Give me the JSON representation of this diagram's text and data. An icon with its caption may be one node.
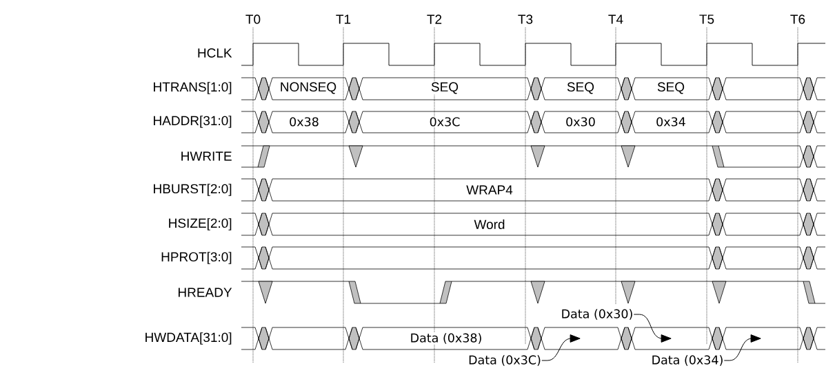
{
  "diagram": {
    "nodes": [
      {
        "text": [
          "Data (0x30)"
        ]
      },
      {
        "text": [
          "Data (0x3C)"
        ]
      },
      {
        "text": [
          "Data (0x34)"
        ]
      },
      {
        "text": [],
        "shape": "bar"
      },
      {
        "text": [],
        "shape": "bar"
      },
      {
        "text": [],
        "shape": "bar"
      }
    ],
    "edges": [
      {
        "from": 0,
        "to": 4,
        "arrow": "to"
      },
      {
        "from": 1,
        "to": 3,
        "arrow": "to"
      },
      {
        "from": 2,
        "to": 5,
        "arrow": "to"
      }
    ],
    "labels": [
      "T0",
      "T1",
      "T2",
      "T3",
      "T4",
      "T5",
      "T6",
      "HCLK",
      "HTRANS[1:0]",
      "NONSEQ",
      "SEQ",
      "SEQ",
      "SEQ",
      "HADDR[31:0]",
      "0x38",
      "0x3C",
      "0x30",
      "0x34",
      "HWRITE",
      "HBURST[2:0]",
      "WRAP4",
      "HSIZE[2:0]",
      "Word",
      "HPROT[3:0]",
      "HREADY",
      "HWDATA[31:0]",
      "Data (0x38)"
    ]
  }
}
